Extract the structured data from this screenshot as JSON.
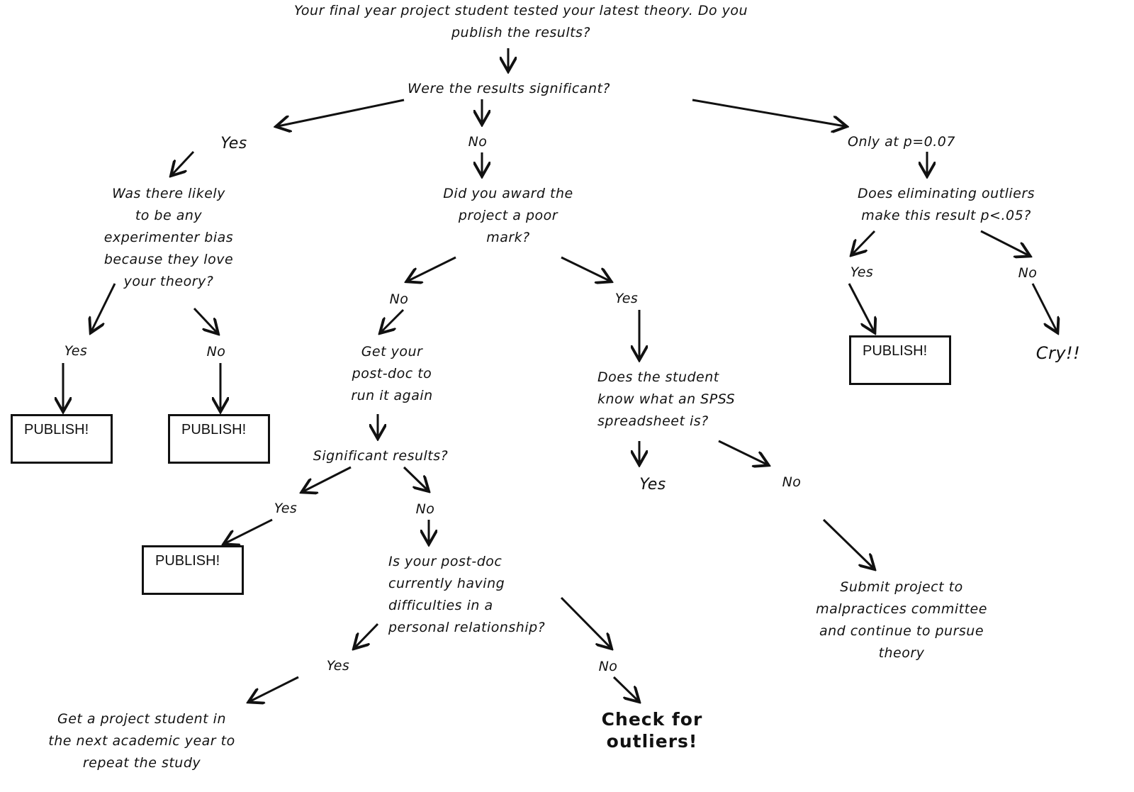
{
  "title": [
    "Your final year project student tested your latest theory. Do you",
    "publish the results?"
  ],
  "q_significant": "Were the results significant?",
  "branch_yes": "Yes",
  "branch_no": "No",
  "branch_only": "Only at p=0.07",
  "q_bias": [
    "Was there likely",
    "to be any",
    "experimenter bias",
    "because they love",
    "your theory?"
  ],
  "q_poor_mark": [
    "Did you award the",
    "project a poor",
    "mark?"
  ],
  "q_outliers": [
    "Does eliminating outliers",
    "make this result p<.05?"
  ],
  "bias_yes": "Yes",
  "bias_no": "No",
  "mark_no": "No",
  "mark_yes": "Yes",
  "outliers_yes": "Yes",
  "outliers_no": "No",
  "publish": "PUBLISH!",
  "postdoc_rerun": [
    "Get your",
    "post-doc to",
    "run it again"
  ],
  "q_spss": [
    "Does the student",
    "know what an SPSS",
    "spreadsheet is?"
  ],
  "cry": "Cry!!",
  "q_sig_results": "Significant results?",
  "spss_yes": "Yes",
  "spss_no": "No",
  "sig_yes": "Yes",
  "sig_no": "No",
  "q_relationship": [
    "Is your post-doc",
    "currently having",
    "difficulties in a",
    "personal relationship?"
  ],
  "malpractice": [
    "Submit project to",
    "malpractices committee",
    "and continue to pursue",
    "theory"
  ],
  "rel_yes": "Yes",
  "rel_no": "No",
  "next_student": [
    "Get a project student in",
    "the next academic year to",
    "repeat the study"
  ],
  "check_outliers": [
    "Check for",
    "outliers!"
  ]
}
